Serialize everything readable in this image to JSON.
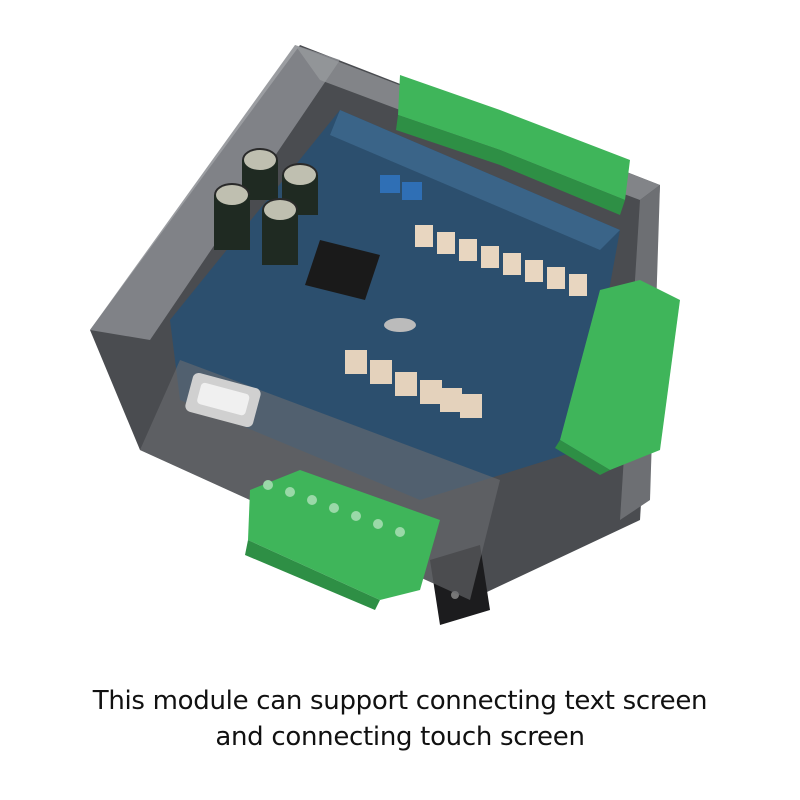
{
  "image": {
    "subject": "PLC controller module board in transparent enclosure",
    "components": {
      "capacitors": 4,
      "potentiometers": 2,
      "optocouplers_top_row": 8,
      "relays_bottom_row": 6,
      "db9_serial_port": 1,
      "terminal_blocks": [
        "top-green-terminal-11",
        "right-green-terminal-10",
        "front-green-terminal-7"
      ]
    },
    "colors": {
      "pcb": "#2c4f6e",
      "terminal": "#3fb55a",
      "enclosure": "#5a5c60",
      "background": "#ffffff"
    }
  },
  "caption": {
    "line1": "This module can support connecting text screen",
    "line2": "and connecting touch screen"
  }
}
